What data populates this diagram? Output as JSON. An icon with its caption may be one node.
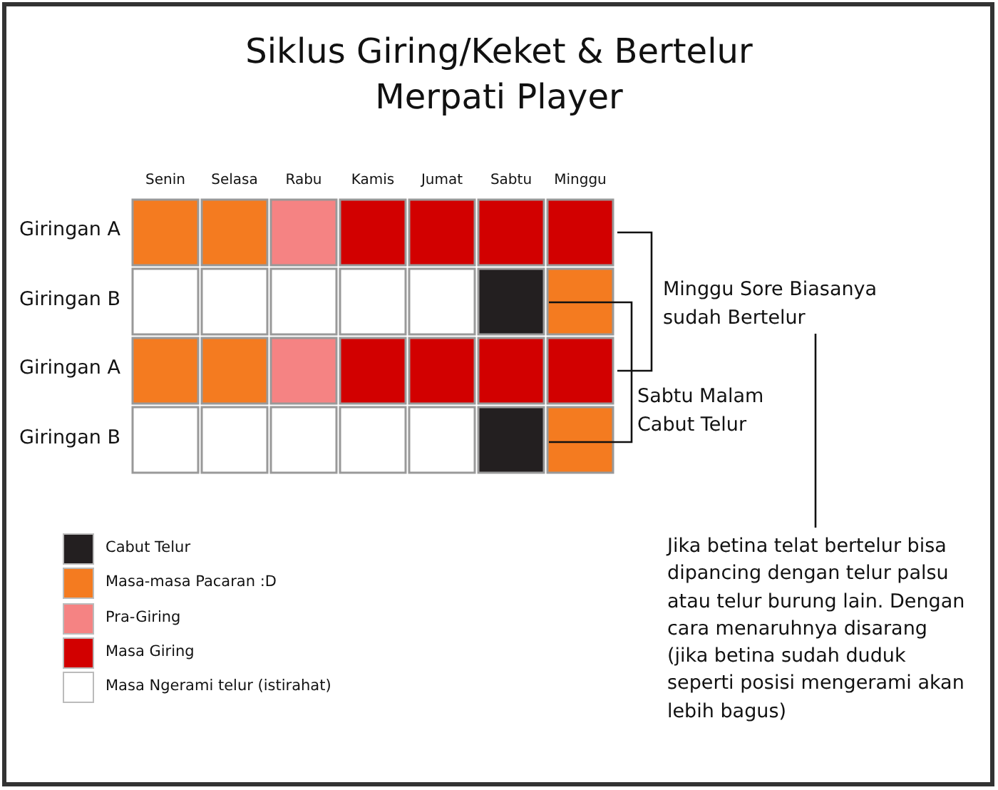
{
  "diagram": {
    "title": "Siklus Giring/Keket & Bertelur Merpati Player",
    "nodes": [
      {
        "text": [
          "Minggu Sore Biasanya sudah Bertelur"
        ]
      },
      {
        "text": [
          "Jika betina telat bertelur bisa dipancing dengan telur palsu atau telur burung lain. Dengan cara menaruhnya disarang (jika betina sudah duduk seperti posisi mengerami akan lebih bagus)"
        ]
      }
    ],
    "edges": [
      {
        "from": 0,
        "to": 1,
        "arrow": "none"
      }
    ],
    "labels": [
      "Senin",
      "Selasa",
      "Rabu",
      "Kamis",
      "Jumat",
      "Sabtu",
      "Minggu",
      "Giringan A",
      "Giringan B",
      "Giringan A",
      "Giringan B",
      "Sabtu Malam Cabut Telur"
    ],
    "legend": [
      {
        "text": "Cabut Telur",
        "color": "#231f20"
      },
      {
        "text": "Masa-masa Pacaran :D",
        "color": "#f47b20"
      },
      {
        "text": "Pra-Giring",
        "color": "#f58383"
      },
      {
        "text": "Masa Giring",
        "color": "#d20000"
      },
      {
        "text": "Masa Ngerami telur (istirahat)",
        "color": "#ffffff"
      }
    ]
  }
}
